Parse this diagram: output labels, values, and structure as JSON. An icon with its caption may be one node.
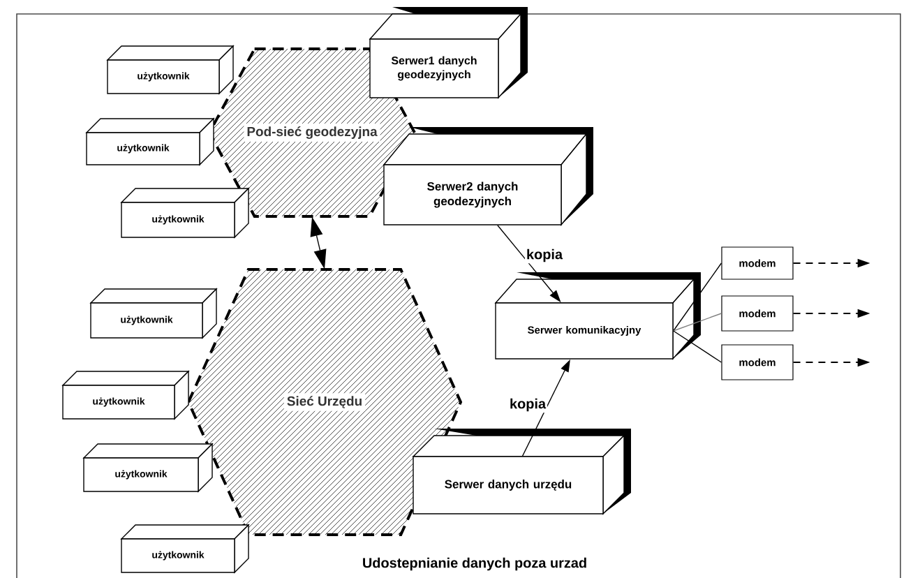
{
  "diagram": {
    "caption": "Udostepnianie danych poza urzad",
    "nodes": [
      {
        "text": [
          "Pod-sieć geodezyjna"
        ]
      },
      {
        "text": [
          "Sieć Urzędu"
        ]
      },
      {
        "text": [
          "Serwer1 danych geodezyjnych"
        ]
      },
      {
        "text": [
          "Serwer2 danych geodezyjnych"
        ]
      },
      {
        "text": [
          "Serwer komunikacyjny"
        ]
      },
      {
        "text": [
          "Serwer danych urzędu"
        ]
      },
      {
        "text": [
          "użytkownik"
        ]
      },
      {
        "text": [
          "użytkownik"
        ]
      },
      {
        "text": [
          "użytkownik"
        ]
      },
      {
        "text": [
          "użytkownik"
        ]
      },
      {
        "text": [
          "użytkownik"
        ]
      },
      {
        "text": [
          "użytkownik"
        ]
      },
      {
        "text": [
          "użytkownik"
        ]
      },
      {
        "text": [
          "modem"
        ]
      },
      {
        "text": [
          "modem"
        ]
      },
      {
        "text": [
          "modem"
        ]
      }
    ],
    "edges": [
      {
        "from": 0,
        "to": 1,
        "arrow": "both"
      },
      {
        "from": 3,
        "to": 4,
        "arrow": "to",
        "label": "kopia"
      },
      {
        "from": 5,
        "to": 4,
        "arrow": "to",
        "label": "kopia"
      },
      {
        "from": 4,
        "to": 13,
        "arrow": "none"
      },
      {
        "from": 4,
        "to": 14,
        "arrow": "none",
        "color": "#808080"
      },
      {
        "from": 4,
        "to": 15,
        "arrow": "none"
      },
      {
        "from": 13,
        "to": null,
        "arrow": "to",
        "style": "dashed"
      },
      {
        "from": 14,
        "to": null,
        "arrow": "to",
        "style": "dashed"
      },
      {
        "from": 15,
        "to": null,
        "arrow": "to",
        "style": "dashed"
      }
    ]
  }
}
